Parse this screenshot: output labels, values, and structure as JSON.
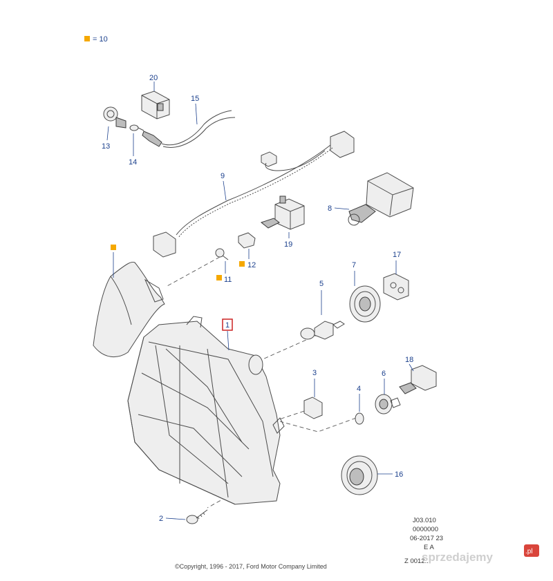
{
  "legend": {
    "symbol_color": "#f5a800",
    "text": "= 10"
  },
  "callouts": {
    "c1": "1",
    "c2": "2",
    "c3": "3",
    "c4": "4",
    "c5": "5",
    "c6": "6",
    "c7": "7",
    "c8": "8",
    "c9": "9",
    "c11": "11",
    "c12": "12",
    "c13": "13",
    "c14": "14",
    "c15": "15",
    "c16": "16",
    "c17": "17",
    "c18": "18",
    "c19": "19",
    "c20": "20"
  },
  "colors": {
    "callout_text": "#1a3f8c",
    "highlight_box": "#cc2222",
    "marker": "#f5a800"
  },
  "info_block": {
    "line1": "J03.010",
    "line2": "0000000",
    "line3": "06-2017 23",
    "line4": "E A",
    "line5": "Z 0012..."
  },
  "copyright": "©Copyright, 1996 - 2017, Ford Motor Company Limited",
  "watermark": {
    "text": "sprzedajemy",
    "suffix": ".pl"
  }
}
